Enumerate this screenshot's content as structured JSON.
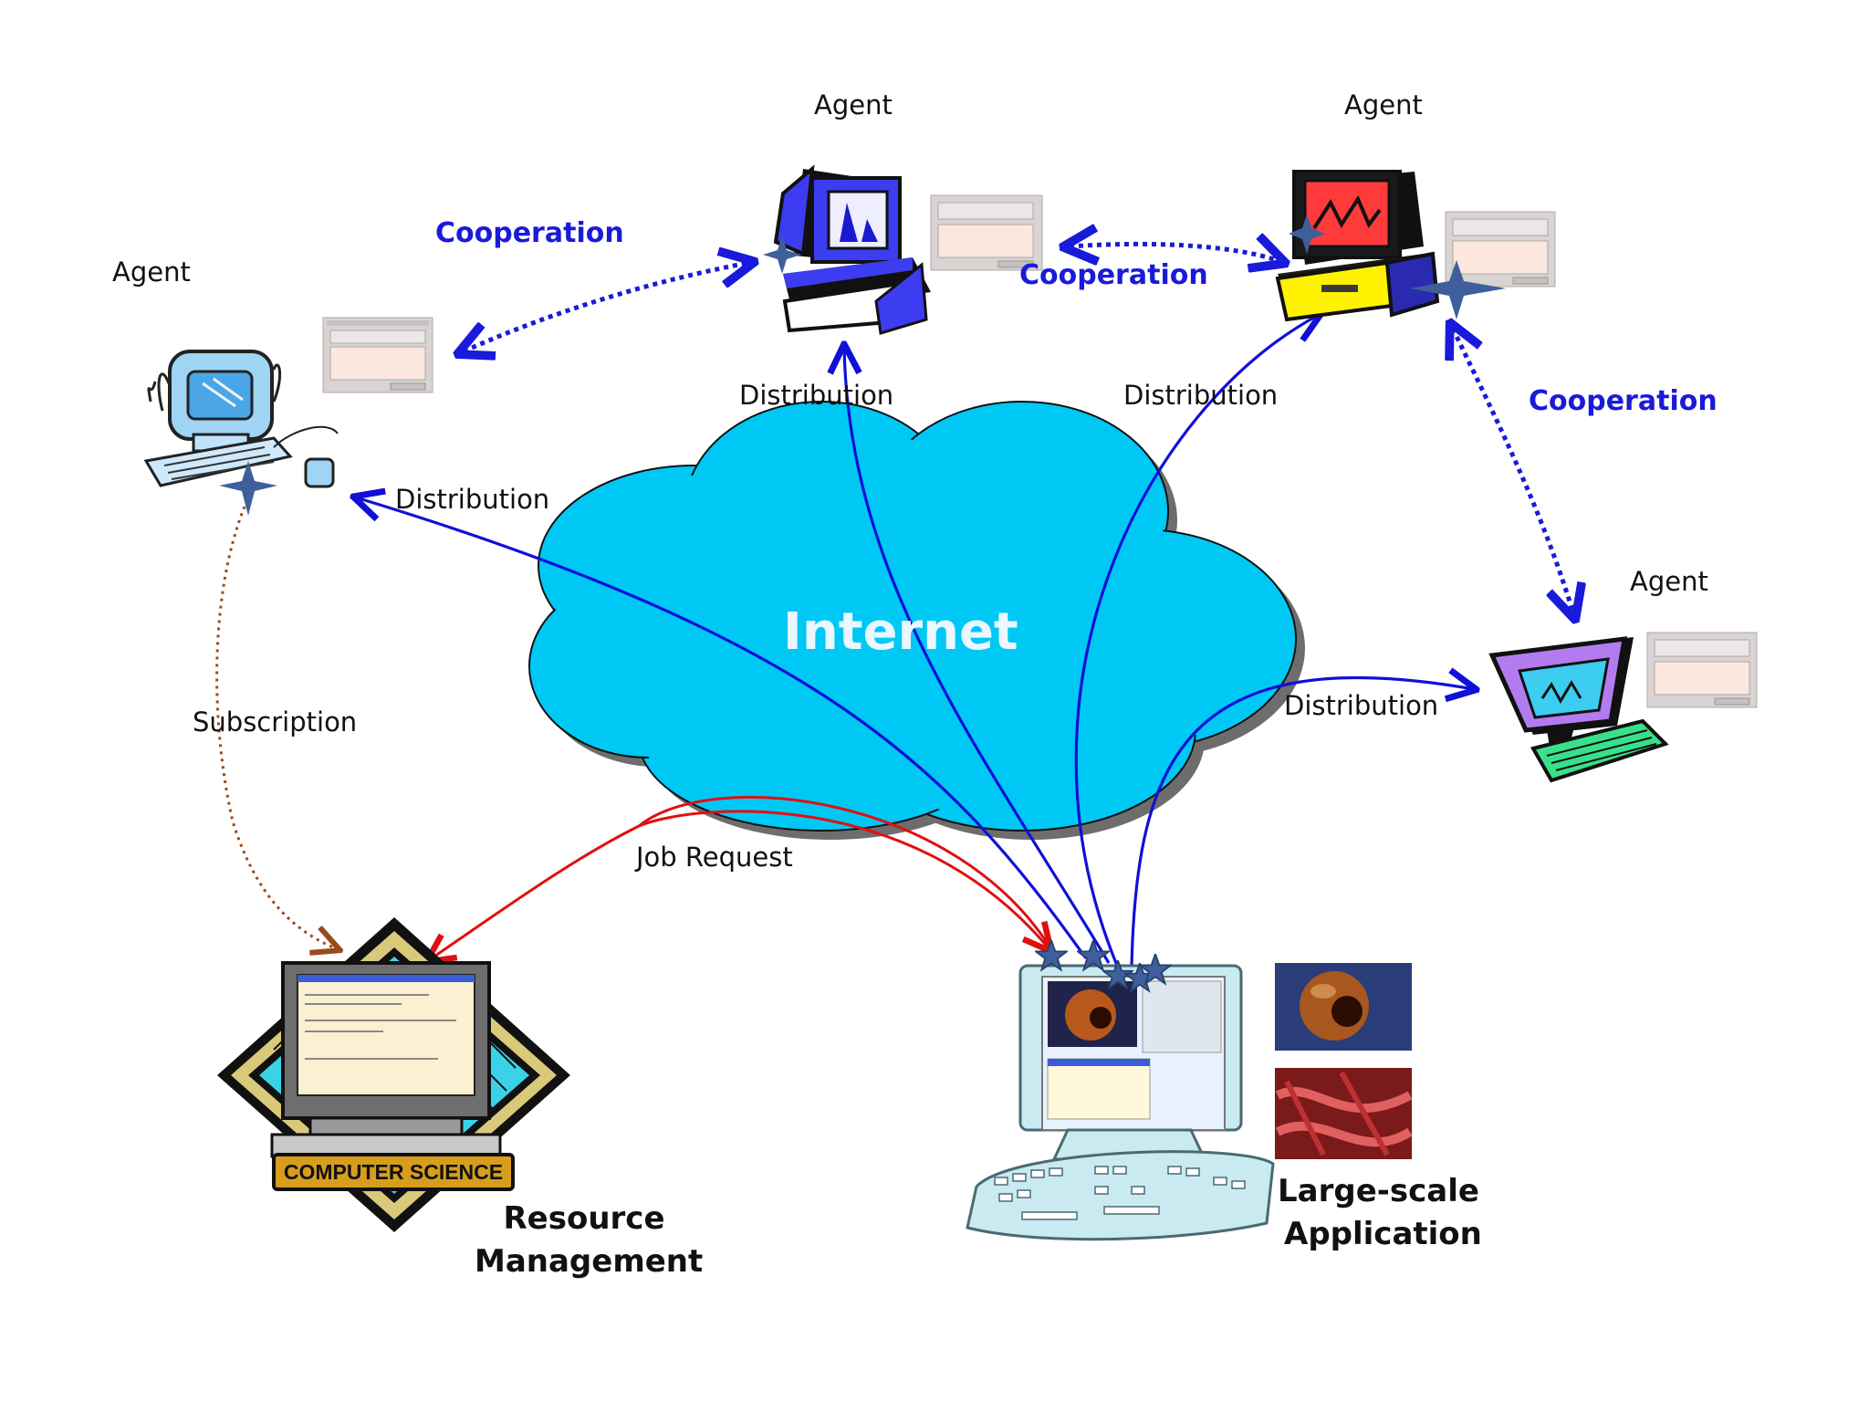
{
  "labels": {
    "agent_top_center": "Agent",
    "agent_top_right": "Agent",
    "agent_left": "Agent",
    "agent_right": "Agent",
    "coop_left": "Cooperation",
    "coop_top": "Cooperation",
    "coop_right": "Cooperation",
    "dist_top_center": "Distribution",
    "dist_top_right": "Distribution",
    "dist_left": "Distribution",
    "dist_right": "Distribution",
    "subscription": "Subscription",
    "job_request": "Job Request",
    "internet": "Internet",
    "resource_line1": "Resource",
    "resource_line2": "Management",
    "app_line1": "Large-scale",
    "app_line2": "Application",
    "badge": "COMPUTER SCIENCE"
  },
  "colors": {
    "cloud": "#00c8f5",
    "cloud_shadow": "#6d6d6d",
    "distribution_arrow": "#1010d8",
    "job_request_arrow": "#e01010",
    "subscription_arrow": "#9a4a1a",
    "cooperation_arrow": "#1a1adb",
    "star": "#3e5f9a"
  }
}
